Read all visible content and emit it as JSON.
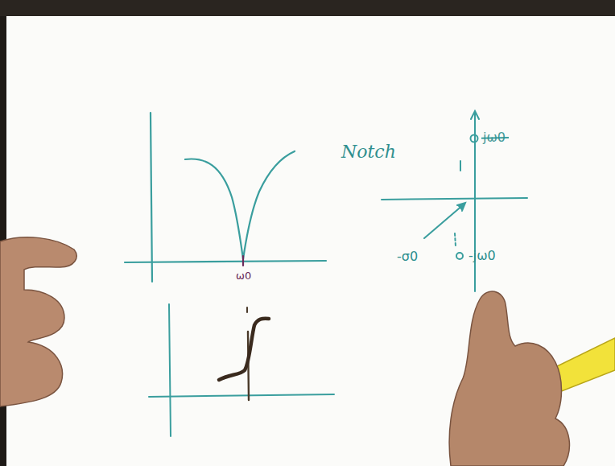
{
  "diagram": {
    "labels": [
      "Notch",
      "ω0",
      "-σ0",
      "-jω0",
      "jω0"
    ]
  }
}
